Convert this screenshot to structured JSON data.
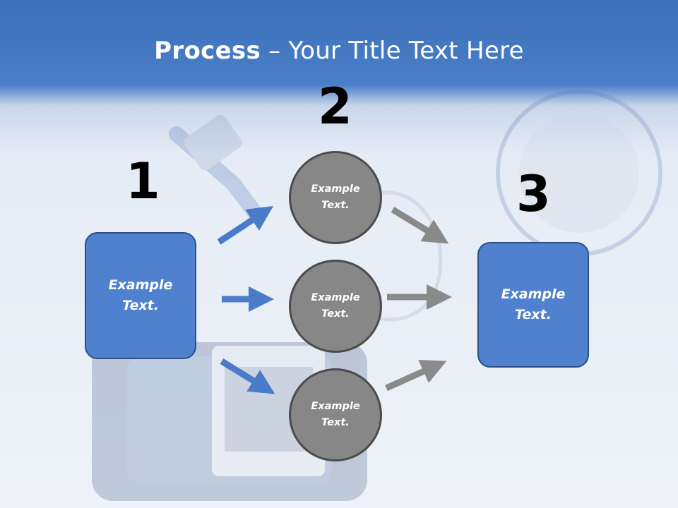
{
  "title": {
    "bold": "Process",
    "dash": "–",
    "rest": "Your Title Text Here"
  },
  "steps": {
    "one": {
      "number": "1",
      "text_line1": "Example",
      "text_line2": "Text."
    },
    "two": {
      "number": "2"
    },
    "three": {
      "number": "3",
      "text_line1": "Example",
      "text_line2": "Text."
    }
  },
  "circles": [
    {
      "line1": "Example",
      "line2": "Text."
    },
    {
      "line1": "Example",
      "line2": "Text."
    },
    {
      "line1": "Example",
      "line2": "Text."
    }
  ],
  "colors": {
    "header": "#3c6fb8",
    "box": "#4f81cf",
    "circle": "#878787",
    "blue_arrow": "#4a7bc8",
    "gray_arrow": "#8a8a8a"
  }
}
